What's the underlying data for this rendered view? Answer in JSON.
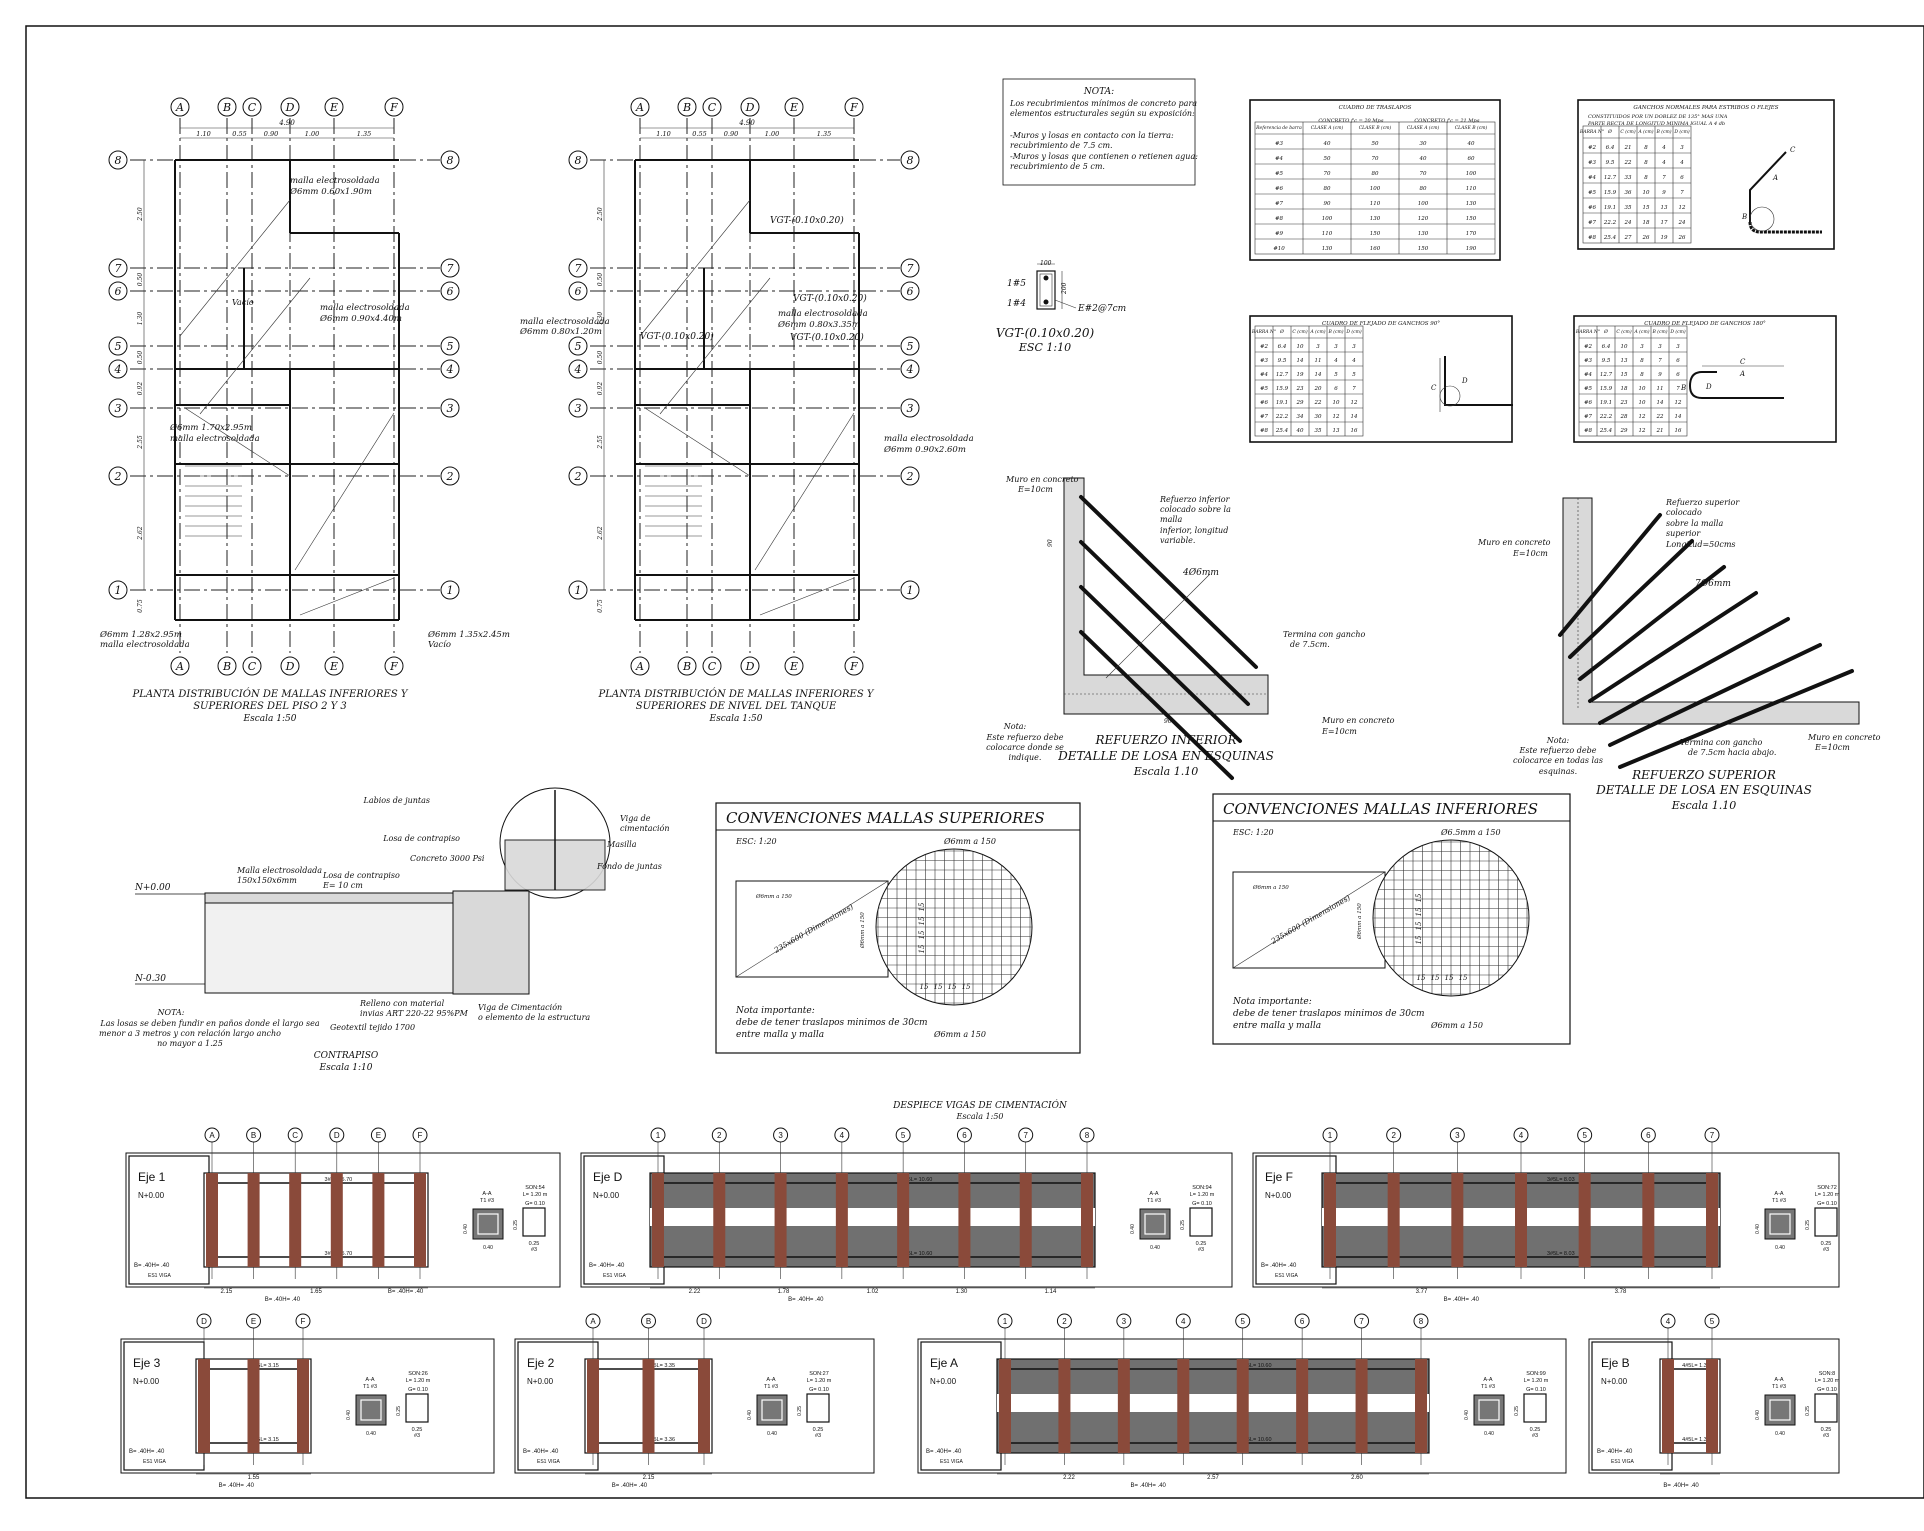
{
  "plan1": {
    "title": "PLANTA DISTRIBUCIÓN DE MALLAS INFERIORES Y",
    "title2": "SUPERIORES DEL PISO 2 Y 3",
    "scale": "Escala 1:50",
    "notes": [
      "malla electrosoldada",
      "Ø6mm 0.60x1.90m",
      "Ø6mm 0.90x4.40m",
      "malla electrosoldada",
      "Ø6mm 1.70x2.95m",
      "malla electrosoldada",
      "Ø6mm 1.28x2.95m",
      "malla electrosoldada",
      "Ø6mm 1.35x2.45m",
      "Vacío"
    ]
  },
  "plan2": {
    "title": "PLANTA DISTRIBUCIÓN DE MALLAS INFERIORES Y",
    "title2": "SUPERIORES DE NIVEL DEL TANQUE",
    "scale": "Escala 1:50",
    "notes": [
      "VGT-(0.10x0.20)",
      "VGT-(0.10x0.20)",
      "VGT-(0.10x0.20)",
      "VGT-(0.10x0.20)",
      "malla electrosoldada",
      "Ø6mm 0.80x1.20m",
      "malla electrosoldada",
      "Ø6mm 0.80x3.35m",
      "malla electrosoldada",
      "Ø6mm 0.90x2.60m"
    ]
  },
  "axes_letters": [
    "A",
    "B",
    "C",
    "D",
    "E",
    "F"
  ],
  "axes_numbers": [
    "8",
    "7",
    "6",
    "5",
    "4",
    "3",
    "2",
    "1"
  ],
  "dims_top": [
    "4.90",
    "1.10",
    "0.55",
    "0.90",
    "1.00",
    "1.35"
  ],
  "dims_side": [
    "2.50",
    "0.50",
    "1.30",
    "0.50",
    "0.92",
    "2.55",
    "2.62",
    "0.75"
  ],
  "nota_recubrimientos": {
    "title": "NOTA:",
    "lines": [
      "Los recubrimientos mínimos de concreto para",
      "elementos estructurales según su exposición:",
      "",
      "-Muros y losas en contacto con la tierra:",
      "recubrimiento de 7.5 cm.",
      "-Muros y losas que contienen o retienen agua:",
      "recubrimiento de 5 cm."
    ]
  },
  "vgt_section": {
    "top": "1#5",
    "bottom": "1#4",
    "stirrup": "E#2@7cm",
    "title": "VGT-(0.10x0.20)",
    "scale": "ESC 1:10",
    "w": "100",
    "h": "200"
  },
  "table_traslapos": {
    "title": "CUADRO DE TRASLAPOS",
    "col_group1": "CONCRETO f'c = 20 Mpa",
    "col_group2": "CONCRETO f'c = 21 Mpa",
    "headers": [
      "Referencia de barra",
      "CLASE A (cm)",
      "CLASE B (cm)",
      "CLASE A (cm)",
      "CLASE B (cm)"
    ],
    "rows": [
      [
        "#3",
        "40",
        "50",
        "30",
        "40"
      ],
      [
        "#4",
        "50",
        "70",
        "40",
        "60"
      ],
      [
        "#5",
        "70",
        "80",
        "70",
        "100"
      ],
      [
        "#6",
        "80",
        "100",
        "80",
        "110"
      ],
      [
        "#7",
        "90",
        "110",
        "100",
        "130"
      ],
      [
        "#8",
        "100",
        "130",
        "120",
        "150"
      ],
      [
        "#9",
        "110",
        "150",
        "130",
        "170"
      ],
      [
        "#10",
        "130",
        "160",
        "150",
        "190"
      ]
    ]
  },
  "table_ganchos_estribos": {
    "title": "GANCHOS NORMALES PARA ESTRIBOS O FLEJES",
    "subtitle1": "CONSTITUIDOS POR UN DOBLEZ DE 135° MAS UNA",
    "subtitle2": "PARTE RECTA DE LONGITUD MINIMA IGUAL A 4 db",
    "headers": [
      "BARRA N°",
      "Ø",
      "C (cm)",
      "A (cm)",
      "B (cm)",
      "D (cm)"
    ],
    "rows": [
      [
        "#2",
        "6.4",
        "21",
        "8",
        "4",
        "3"
      ],
      [
        "#3",
        "9.5",
        "22",
        "8",
        "4",
        "4"
      ],
      [
        "#4",
        "12.7",
        "33",
        "8",
        "7",
        "6"
      ],
      [
        "#5",
        "15.9",
        "36",
        "10",
        "9",
        "7"
      ],
      [
        "#6",
        "19.1",
        "35",
        "15",
        "13",
        "12"
      ],
      [
        "#7",
        "22.2",
        "24",
        "18",
        "17",
        "24"
      ],
      [
        "#8",
        "25.4",
        "27",
        "26",
        "19",
        "26"
      ]
    ]
  },
  "table_ganchos_90": {
    "title": "CUADRO DE FLEJADO DE GANCHOS 90°",
    "headers": [
      "BARRA N°",
      "Ø",
      "C (cm)",
      "A (cm)",
      "B (cm)",
      "D (cm)"
    ],
    "rows": [
      [
        "#2",
        "6.4",
        "10",
        "3",
        "3",
        "3"
      ],
      [
        "#3",
        "9.5",
        "14",
        "11",
        "4",
        "4"
      ],
      [
        "#4",
        "12.7",
        "19",
        "14",
        "5",
        "5"
      ],
      [
        "#5",
        "15.9",
        "23",
        "20",
        "6",
        "7"
      ],
      [
        "#6",
        "19.1",
        "29",
        "22",
        "10",
        "12"
      ],
      [
        "#7",
        "22.2",
        "34",
        "30",
        "12",
        "14"
      ],
      [
        "#8",
        "25.4",
        "40",
        "35",
        "13",
        "16"
      ]
    ]
  },
  "table_ganchos_180": {
    "title": "CUADRO DE FLEJADO DE GANCHOS 180°",
    "headers": [
      "BARRA N°",
      "Ø",
      "C (cm)",
      "A (cm)",
      "B (cm)",
      "D (cm)"
    ],
    "rows": [
      [
        "#2",
        "6.4",
        "10",
        "3",
        "3",
        "3"
      ],
      [
        "#3",
        "9.5",
        "13",
        "8",
        "7",
        "6"
      ],
      [
        "#4",
        "12.7",
        "15",
        "8",
        "9",
        "6"
      ],
      [
        "#5",
        "15.9",
        "18",
        "10",
        "11",
        "7"
      ],
      [
        "#6",
        "19.1",
        "23",
        "10",
        "14",
        "12"
      ],
      [
        "#7",
        "22.2",
        "28",
        "12",
        "22",
        "14"
      ],
      [
        "#8",
        "25.4",
        "29",
        "12",
        "21",
        "16"
      ]
    ]
  },
  "detalle_inferior": {
    "muro1": "Muro en concreto",
    "muro1b": "E=10cm",
    "refuerzo": [
      "Refuerzo inferior",
      "colocado sobre la",
      "malla",
      "inferior, longitud",
      "variable."
    ],
    "bars": "4Ø6mm",
    "termina": [
      "Termina con gancho",
      "de 7.5cm."
    ],
    "nota": [
      "Nota:",
      "Este refuerzo debe",
      "colocarce donde se",
      "indique."
    ],
    "muro2": "Muro en concreto",
    "muro2b": "E=10cm",
    "title1": "REFUERZO INFERIOR",
    "title2": "DETALLE DE LOSA EN ESQUINAS",
    "scale": "Escala 1.10",
    "dim_v": "90",
    "dim_h": "90"
  },
  "detalle_superior": {
    "muro1": "Muro en concreto",
    "muro1b": "E=10cm",
    "refuerzo": [
      "Refuerzo superior",
      "colocado",
      "sobre la malla",
      "superior",
      "Longitud=50cms"
    ],
    "bars": "7Ø6mm",
    "termina": [
      "Termina con gancho",
      "de 7.5cm hacia abajo."
    ],
    "nota": [
      "Nota:",
      "Este refuerzo debe",
      "colocarce en todas las",
      "esquinas."
    ],
    "muro2": "Muro en concreto",
    "muro2b": "E=10cm",
    "title1": "REFUERZO SUPERIOR",
    "title2": "DETALLE DE LOSA EN ESQUINAS",
    "scale": "Escala 1.10"
  },
  "contrapiso": {
    "labels": [
      "Labios de juntas",
      "Losa de contrapiso",
      "Concreto 3000 Psi",
      "Viga de",
      "cimentación",
      "Masilla",
      "Fondo de juntas"
    ],
    "malla": [
      "Malla electrosoldada",
      "150x150x6mm"
    ],
    "losa": [
      "Losa de contrapiso",
      "E= 10 cm"
    ],
    "level_top": "N+0.00",
    "level_bottom": "N-0.30",
    "relleno": [
      "Relleno con material",
      "invias ART 220-22 95%PM"
    ],
    "geotextil": "Geotextil tejido 1700",
    "viga": [
      "Viga de Cimentación",
      "o elemento de la estructura"
    ],
    "nota": [
      "NOTA:",
      "Las losas se deben fundir en paños donde el largo sea",
      "menor a 3 metros y con relación largo ancho",
      "no mayor a 1.25"
    ],
    "title": "CONTRAPISO",
    "scale": "Escala 1:10"
  },
  "conv_sup": {
    "title": "CONVENCIONES MALLAS SUPERIORES",
    "esc": "ESC: 1:20",
    "label_a": "Ø6mm a 150",
    "label_b": "235x600 (Dimensiones)",
    "label_c": "Ø6mm a 150",
    "top": "Ø6mm a 150",
    "bottom": "Ø6mm a 150",
    "spacing": "15",
    "nota": [
      "Nota importante:",
      "debe de tener traslapos minimos de 30cm",
      "entre malla y malla"
    ]
  },
  "conv_inf": {
    "title": "CONVENCIONES MALLAS INFERIORES",
    "esc": "ESC: 1:20",
    "label_a": "Ø6mm a 150",
    "label_b": "235x600 (Dimensiones)",
    "label_c": "Ø6mm a 150",
    "top": "Ø6.5mm a 150",
    "bottom": "Ø6mm a 150",
    "spacing": "15",
    "nota": [
      "Nota importante:",
      "debe de tener traslapos minimos de 30cm",
      "entre malla y malla"
    ]
  },
  "despiece": {
    "title": "DESPIECE VIGAS DE CIMENTACIÓN",
    "scale": "Escala 1:50",
    "beams": [
      {
        "name": "Eje 1",
        "level": "N+0.00",
        "bh": "B= .40H= .40",
        "es": "ES1 VIGA",
        "axes": [
          "A",
          "B",
          "C",
          "D",
          "E",
          "F"
        ],
        "spans": [
          "2.15",
          "",
          "1.65",
          "",
          "B= .40H= .40"
        ],
        "top": "3#5L= 5.70",
        "bottom": "3#5L= 5.70",
        "aa": "A-A",
        "t": "T1 #3",
        "son": "SON:54",
        "l": "L= 1.20 m",
        "g": "G= 0.10",
        "s1": "0.25",
        "s2": "#3",
        "d1": "0.40",
        "d2": "0.25"
      },
      {
        "name": "Eje D",
        "level": "N+0.00",
        "bh": "B= .40H= .40",
        "es": "ES1 VIGA",
        "axes": [
          "1",
          "2",
          "3",
          "4",
          "5",
          "6",
          "7",
          "8"
        ],
        "spans": [
          "2.22",
          "1.78",
          "1.02",
          "1.30",
          "1.14"
        ],
        "top": "3#5L= 10.60",
        "bottom": "3#5L= 10.60",
        "aa": "A-A",
        "t": "T1 #3",
        "son": "SON:94",
        "l": "L= 1.20 m",
        "g": "G= 0.10",
        "s1": "0.25",
        "s2": "#3",
        "d1": "0.40",
        "d2": "0.25"
      },
      {
        "name": "Eje F",
        "level": "N+0.00",
        "bh": "B= .40H= .40",
        "es": "ES1 VIGA",
        "axes": [
          "1",
          "2",
          "3",
          "4",
          "5",
          "6",
          "7"
        ],
        "spans": [
          "3.77",
          "3.78"
        ],
        "top": "3#5L= 8.03",
        "bottom": "3#5L= 8.03",
        "aa": "A-A",
        "t": "T1 #3",
        "son": "SON:72",
        "l": "L= 1.20 m",
        "g": "G= 0.10",
        "s1": "0.25",
        "s2": "#3",
        "d1": "0.40",
        "d2": "0.25"
      },
      {
        "name": "Eje 3",
        "level": "N+0.00",
        "bh": "B= .40H= .40",
        "es": "ES1 VIGA",
        "axes": [
          "D",
          "E",
          "F"
        ],
        "spans": [
          "1.55"
        ],
        "top": "4#5L= 3.15",
        "bottom": "4#5L= 3.15",
        "aa": "A-A",
        "t": "T1 #3",
        "son": "SON:26",
        "l": "L= 1.20 m",
        "g": "G= 0.10",
        "s1": "0.25",
        "s2": "#3",
        "d1": "0.40",
        "d2": "0.25"
      },
      {
        "name": "Eje 2",
        "level": "N+0.00",
        "bh": "B= .40H= .40",
        "es": "ES1 VIGA",
        "axes": [
          "A",
          "B",
          "D"
        ],
        "spans": [
          "2.15"
        ],
        "top": "4#5L= 3.35",
        "bottom": "4#5L= 3.36",
        "aa": "A-A",
        "t": "T1 #3",
        "son": "SON:27",
        "l": "L= 1.20 m",
        "g": "G= 0.10",
        "s1": "0.25",
        "s2": "#3",
        "d1": "0.40",
        "d2": "0.25"
      },
      {
        "name": "Eje A",
        "level": "N+0.00",
        "bh": "B= .40H= .40",
        "es": "ES1 VIGA",
        "axes": [
          "1",
          "2",
          "3",
          "4",
          "5",
          "6",
          "7",
          "8"
        ],
        "spans": [
          "2.22",
          "2.57",
          "2.60"
        ],
        "top": "3#5L= 10.60",
        "bottom": "3#5L= 10.60",
        "aa": "A-A",
        "t": "T1 #3",
        "son": "SON:99",
        "l": "L= 1.20 m",
        "g": "G= 0.10",
        "s1": "0.25",
        "s2": "#3",
        "d1": "0.40",
        "d2": "0.25"
      },
      {
        "name": "Eje B",
        "level": "N+0.00",
        "bh": "B= .40H= .40",
        "es": "ES1 VIGA",
        "axes": [
          "4",
          "5"
        ],
        "spans": [],
        "top": "4#5L= 1.30",
        "bottom": "4#5L= 1.30",
        "aa": "A-A",
        "t": "T1 #3",
        "son": "SON:8",
        "l": "L= 1.20 m",
        "g": "G= 0.10",
        "s1": "0.25",
        "s2": "#3",
        "d1": "0.40",
        "d2": "0.25"
      }
    ]
  }
}
